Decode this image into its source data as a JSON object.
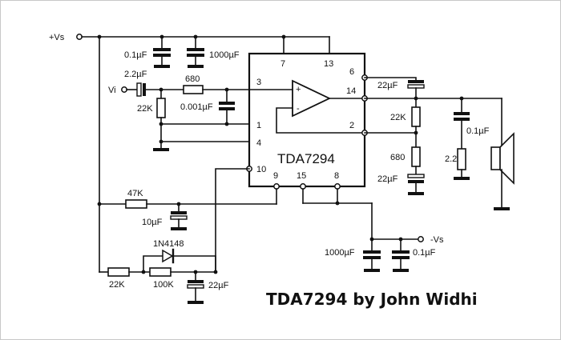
{
  "chip": {
    "name": "TDA7294"
  },
  "title": "TDA7294 by John Widhi",
  "rails": {
    "pos": "+Vs",
    "neg": "-Vs",
    "input": "Vi"
  },
  "amp": {
    "plus": "+",
    "minus": "-"
  },
  "pins": [
    "7",
    "13",
    "6",
    "3",
    "14",
    "1",
    "2",
    "4",
    "10",
    "9",
    "15",
    "8"
  ],
  "components": {
    "c_top_small": "0.1µF",
    "c_top_big": "1000µF",
    "c_in": "2.2µF",
    "r_in": "680",
    "r_bias": "22K",
    "c_filter": "0.001µF",
    "c_boot": "22µF",
    "r_fb": "22K",
    "r_fb2": "680",
    "c_fb": "22µF",
    "c_zobel": "0.1µF",
    "r_zobel": "2.2",
    "r_mute": "47K",
    "c_mute": "10µF",
    "diode": "1N4148",
    "r_sb1": "22K",
    "r_sb2": "100K",
    "c_sb": "22µF",
    "c_neg_big": "1000µF",
    "c_neg_small": "0.1µF"
  }
}
